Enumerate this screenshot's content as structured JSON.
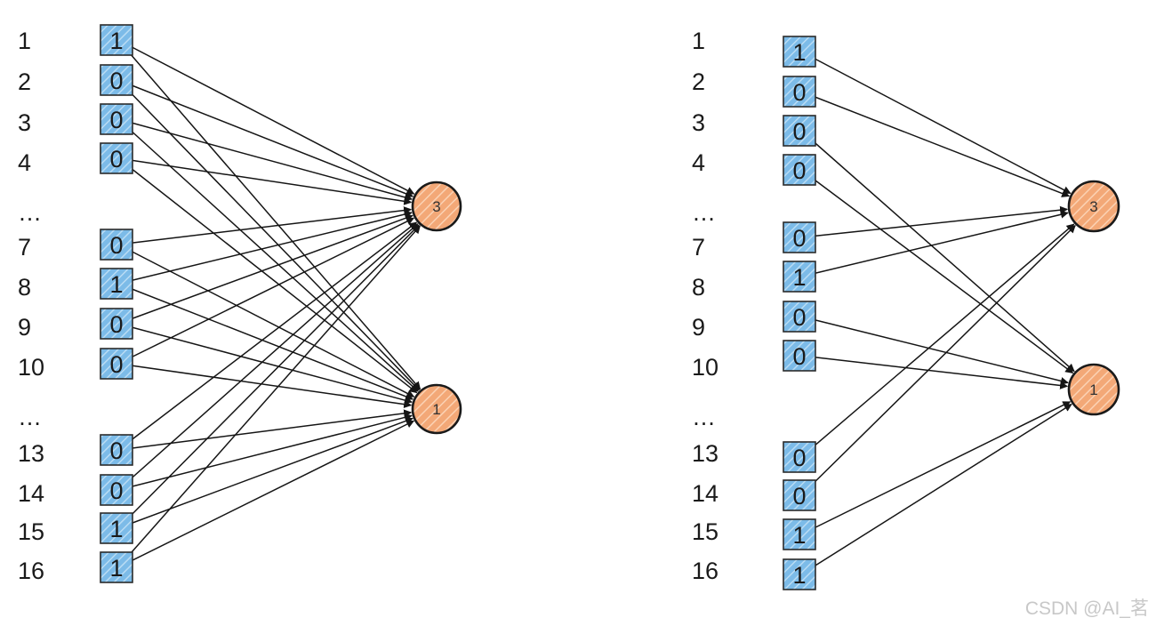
{
  "colors": {
    "cell_fill": "#7cbbe8",
    "cell_hatch": "#b9dcf4",
    "node_fill": "#f3a877",
    "node_hatch": "#fbd2b4",
    "edge": "#151515"
  },
  "panels": [
    {
      "id": "fully-connected",
      "rows": [
        {
          "label": "1",
          "value": "1"
        },
        {
          "label": "2",
          "value": "0"
        },
        {
          "label": "3",
          "value": "0"
        },
        {
          "label": "4",
          "value": "0"
        },
        {
          "label": "…",
          "value": null
        },
        {
          "label": "7",
          "value": "0"
        },
        {
          "label": "8",
          "value": "1"
        },
        {
          "label": "9",
          "value": "0"
        },
        {
          "label": "10",
          "value": "0"
        },
        {
          "label": "…",
          "value": null
        },
        {
          "label": "13",
          "value": "0"
        },
        {
          "label": "14",
          "value": "0"
        },
        {
          "label": "15",
          "value": "1"
        },
        {
          "label": "16",
          "value": "1"
        }
      ],
      "outputs": [
        {
          "value": "3",
          "inputs": [
            0,
            1,
            2,
            3,
            5,
            6,
            7,
            8,
            10,
            11,
            12,
            13
          ]
        },
        {
          "value": "1",
          "inputs": [
            0,
            1,
            2,
            3,
            5,
            6,
            7,
            8,
            10,
            11,
            12,
            13
          ]
        }
      ]
    },
    {
      "id": "sparse-connected",
      "rows": [
        {
          "label": "1",
          "value": "1"
        },
        {
          "label": "2",
          "value": "0"
        },
        {
          "label": "3",
          "value": "0"
        },
        {
          "label": "4",
          "value": "0"
        },
        {
          "label": "…",
          "value": null
        },
        {
          "label": "7",
          "value": "0"
        },
        {
          "label": "8",
          "value": "1"
        },
        {
          "label": "9",
          "value": "0"
        },
        {
          "label": "10",
          "value": "0"
        },
        {
          "label": "…",
          "value": null
        },
        {
          "label": "13",
          "value": "0"
        },
        {
          "label": "14",
          "value": "0"
        },
        {
          "label": "15",
          "value": "1"
        },
        {
          "label": "16",
          "value": "1"
        }
      ],
      "outputs": [
        {
          "value": "3",
          "inputs": [
            0,
            1,
            5,
            6,
            10,
            11
          ]
        },
        {
          "value": "1",
          "inputs": [
            2,
            3,
            7,
            8,
            12,
            13
          ]
        }
      ]
    }
  ],
  "watermark": "CSDN @AI_茗"
}
